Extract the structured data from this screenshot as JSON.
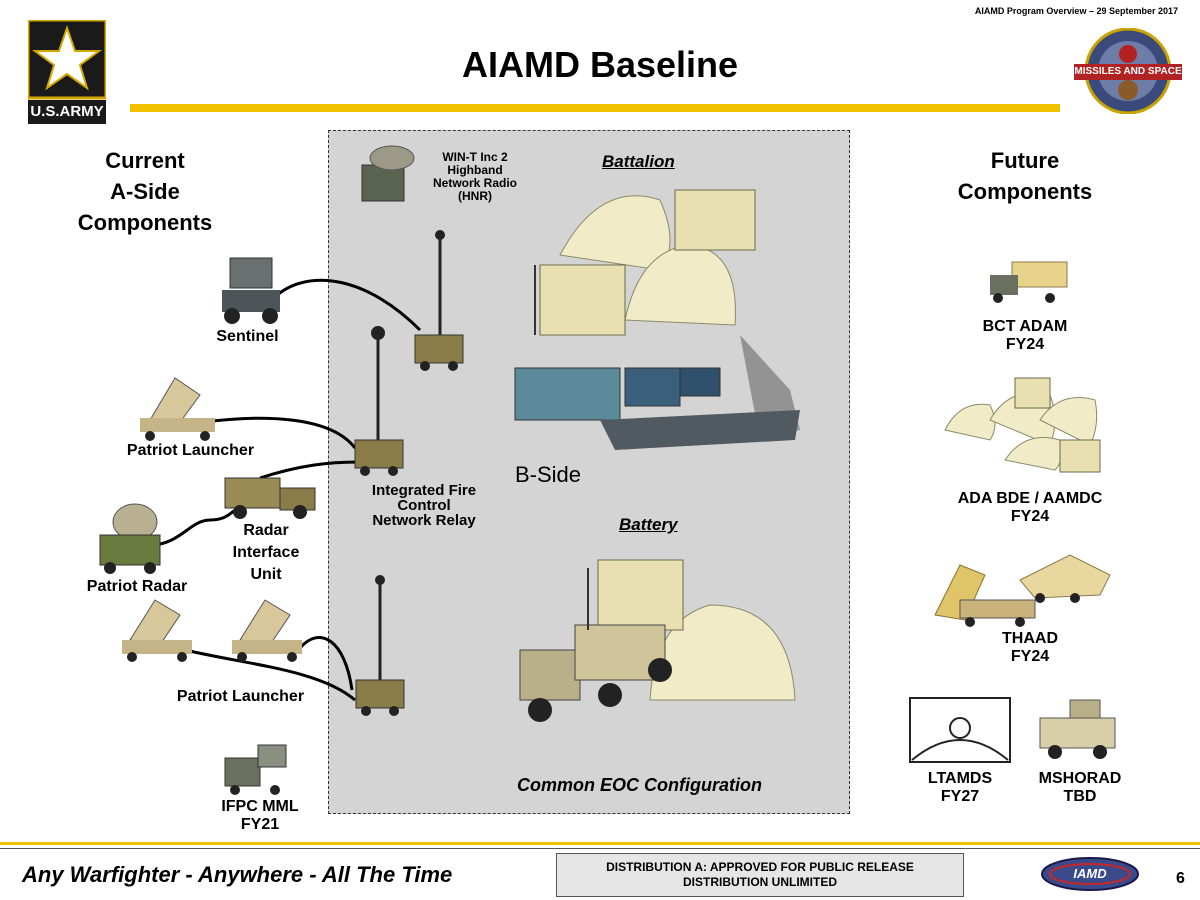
{
  "header": {
    "note": "AIAMD Program Overview – 29 September 2017",
    "title": "AIAMD Baseline",
    "army_logo_text": "U.S.ARMY",
    "peo_logo_text": "MISSILES AND SPACE"
  },
  "left": {
    "heading_lines": [
      "Current",
      "A-Side",
      "Components"
    ],
    "sentinel": "Sentinel",
    "patriot_launcher_top": "Patriot Launcher",
    "radar_interface_unit": [
      "Radar",
      "Interface",
      "Unit"
    ],
    "patriot_radar": "Patriot Radar",
    "patriot_launcher_bottom": "Patriot Launcher",
    "ifpc": [
      "IFPC MML",
      "FY21"
    ]
  },
  "center": {
    "hnr": [
      "WIN-T Inc 2",
      "Highband",
      "Network Radio",
      "(HNR)"
    ],
    "battalion": "Battalion",
    "b_side": "B-Side",
    "ifcn_relay": [
      "Integrated Fire",
      "Control",
      "Network Relay"
    ],
    "battery": "Battery",
    "eoc": "Common EOC Configuration"
  },
  "right": {
    "heading_lines": [
      "Future",
      "Components"
    ],
    "bct_adam": [
      "BCT ADAM",
      "FY24"
    ],
    "ada_bde": [
      "ADA BDE / AAMDC",
      "FY24"
    ],
    "thaad": [
      "THAAD",
      "FY24"
    ],
    "ltamds": [
      "LTAMDS",
      "FY27"
    ],
    "mshorad": [
      "MSHORAD",
      "TBD"
    ]
  },
  "footer": {
    "motto": "Any Warfighter - Anywhere - All The Time",
    "distribution": [
      "DISTRIBUTION A:  APPROVED FOR PUBLIC RELEASE",
      "DISTRIBUTION UNLIMITED"
    ],
    "ibcs_logo_text": "IAMD",
    "page_number": "6"
  },
  "colors": {
    "accent_yellow": "#f2c200",
    "army_black": "#1a1a1a",
    "panel_gray": "#d4d4d4",
    "shelter_tan": "#e8e0b0"
  }
}
